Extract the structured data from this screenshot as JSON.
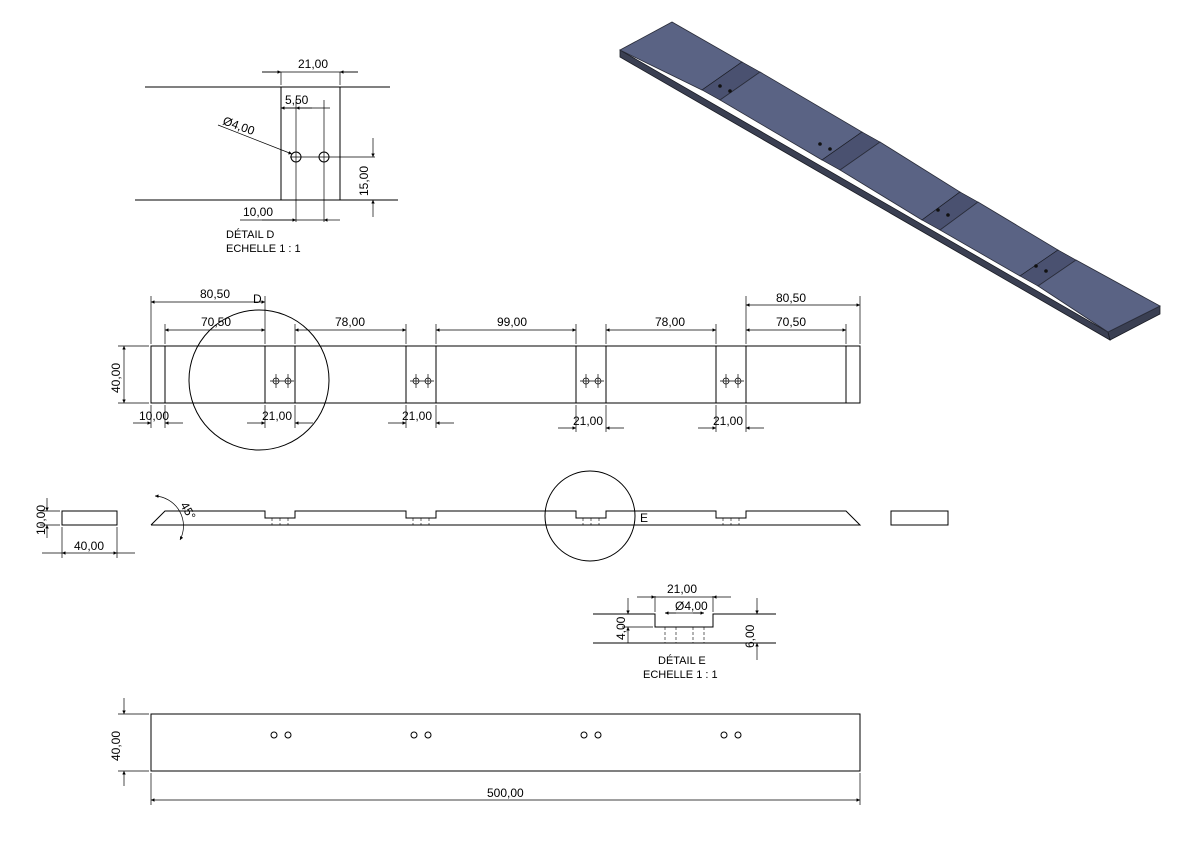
{
  "detail_d": {
    "dim_width": "21,00",
    "dim_offset": "5,50",
    "dim_hole": "Ø4,00",
    "dim_vertical": "15,00",
    "dim_x": "10,00",
    "title": "DÉTAIL D",
    "scale": "ECHELLE 1 : 1"
  },
  "front_view": {
    "label_d": "D",
    "dim_left_outer": "80,50",
    "dim_left_inner": "70,50",
    "dim_gap_1": "78,00",
    "dim_gap_2": "99,00",
    "dim_gap_3": "78,00",
    "dim_right_outer": "80,50",
    "dim_right_inner": "70,50",
    "dim_height": "40,00",
    "dim_end": "10,00",
    "dim_slot_1": "21,00",
    "dim_slot_2": "21,00",
    "dim_slot_3": "21,00",
    "dim_slot_4": "21,00"
  },
  "side_view": {
    "dim_thickness": "10,00",
    "dim_width": "40,00",
    "angle": "45°",
    "label_e": "E"
  },
  "detail_e": {
    "dim_width": "21,00",
    "dim_hole": "Ø4,00",
    "dim_depth": "4,00",
    "dim_total": "6,00",
    "title": "DÉTAIL E",
    "scale": "ECHELLE 1 : 1"
  },
  "bottom_view": {
    "dim_height": "40,00",
    "dim_length": "500,00"
  }
}
